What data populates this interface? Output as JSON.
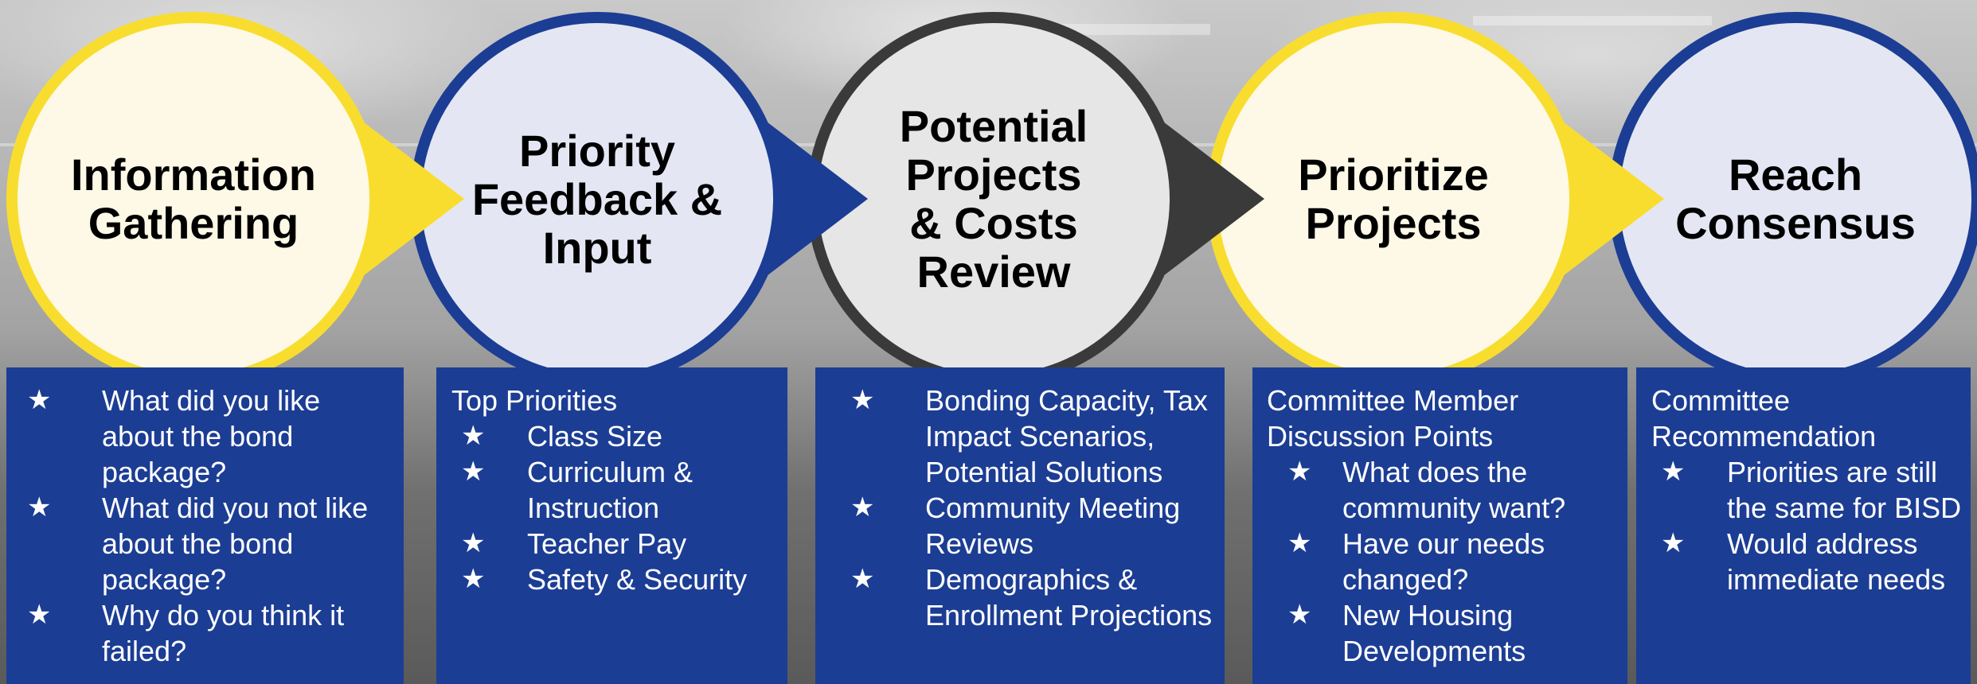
{
  "colors": {
    "yellow_ring": "#f9dd2e",
    "yellow_fill": "#fdf9e6",
    "blue_ring": "#1c3d94",
    "blue_fill": "#e4e7f3",
    "dark_ring": "#3a3a3a",
    "dark_fill": "#e6e6e6",
    "panel": "#1c3d94"
  },
  "steps": [
    {
      "title": "Information\nGathering",
      "heading": "",
      "bullets": [
        "What did you like about the bond package?",
        "What did you not like about the bond package?",
        "Why do you think it failed?"
      ]
    },
    {
      "title": "Priority\nFeedback &\nInput",
      "heading": "Top Priorities",
      "bullets": [
        "Class Size",
        "Curriculum & Instruction",
        "Teacher Pay",
        "Safety & Security"
      ]
    },
    {
      "title": "Potential\nProjects\n& Costs\nReview",
      "heading": "",
      "bullets": [
        "Bonding Capacity, Tax Impact Scenarios, Potential Solutions",
        "Community Meeting Reviews",
        "Demographics & Enrollment Projections"
      ]
    },
    {
      "title": "Prioritize\nProjects",
      "heading": "Committee Member\nDiscussion Points",
      "bullets": [
        "What does the community want?",
        "Have our needs changed?",
        "New Housing Developments"
      ]
    },
    {
      "title": "Reach\nConsensus",
      "heading": "Committee\nRecommendation",
      "bullets": [
        "Priorities are still the same for BISD",
        "Would address immediate needs"
      ]
    }
  ]
}
